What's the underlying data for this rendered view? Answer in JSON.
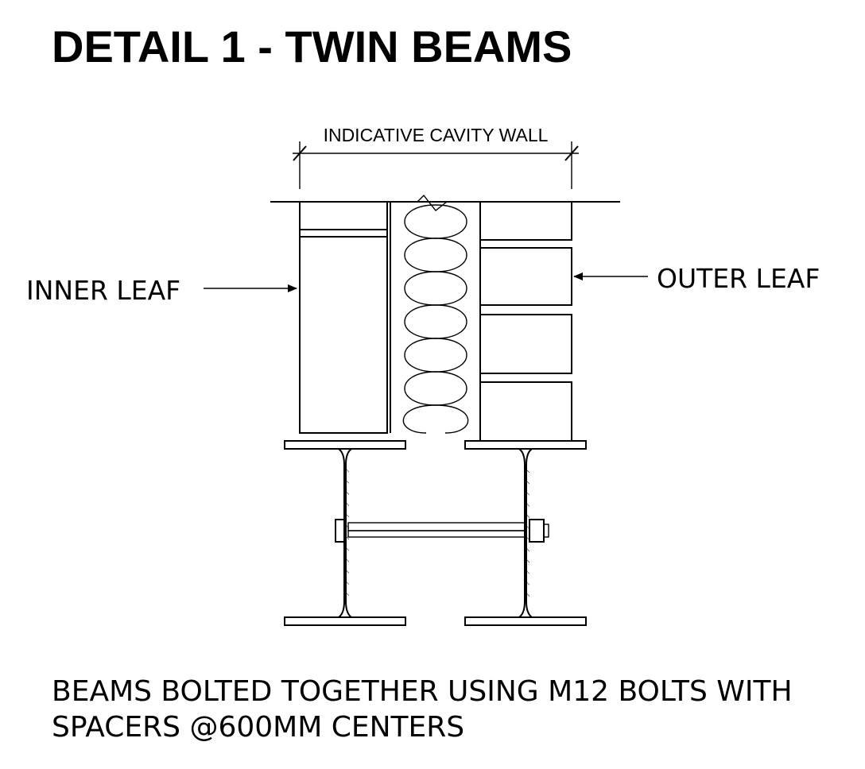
{
  "title": "DETAIL 1 -  TWIN BEAMS",
  "labels": {
    "cavity_wall": "INDICATIVE CAVITY WALL",
    "inner_leaf": "INNER LEAF",
    "outer_leaf": "OUTER LEAF"
  },
  "note": {
    "line1": "BEAMS BOLTED TOGETHER USING M12 BOLTS WITH",
    "line2": "SPACERS @600MM CENTERS"
  }
}
